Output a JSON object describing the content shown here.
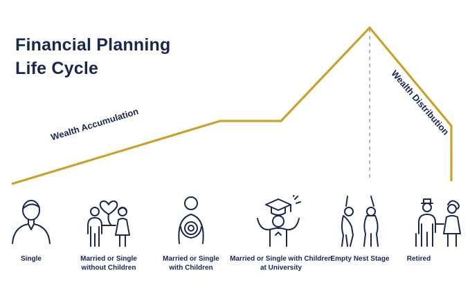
{
  "title": {
    "line1": "Financial Planning",
    "line2": "Life Cycle"
  },
  "curve_labels": {
    "accumulation": "Wealth Accumulation",
    "distribution": "Wealth Distribution"
  },
  "colors": {
    "curve": "#c9a227",
    "navy": "#1a2550",
    "dashed": "#999999"
  },
  "stages": [
    {
      "icon": "single-person-icon",
      "lines": [
        "Single"
      ]
    },
    {
      "icon": "couple-heart-balloon-icon",
      "lines": [
        "Married or Single",
        "without Children"
      ]
    },
    {
      "icon": "parent-with-baby-icon",
      "lines": [
        "Married or Single",
        "with Children"
      ]
    },
    {
      "icon": "graduate-cap-icon",
      "lines": [
        "Married or Single with Children",
        "at University"
      ]
    },
    {
      "icon": "stretching-couple-icon",
      "lines": [
        "Empty Nest Stage"
      ]
    },
    {
      "icon": "elderly-couple-icon",
      "lines": [
        "Retired"
      ]
    }
  ]
}
